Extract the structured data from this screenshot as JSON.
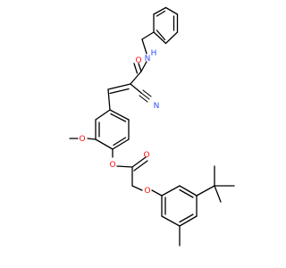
{
  "molecule": {
    "atoms": {
      "o_carbonyl_amide": {
        "label": "O",
        "color": "#ff0d0d"
      },
      "n_amide": {
        "label": "N",
        "color": "#3050f8"
      },
      "h_amide": {
        "label": "H",
        "color": "#3050f8"
      },
      "n_nitrile": {
        "label": "N",
        "color": "#3050f8"
      },
      "o_methoxy": {
        "label": "O",
        "color": "#ff0d0d"
      },
      "o_ester": {
        "label": "O",
        "color": "#ff0d0d"
      },
      "o_carbonyl_ester": {
        "label": "O",
        "color": "#ff0d0d"
      },
      "o_ether": {
        "label": "O",
        "color": "#ff0d0d"
      }
    },
    "bond_color": "#000000"
  }
}
